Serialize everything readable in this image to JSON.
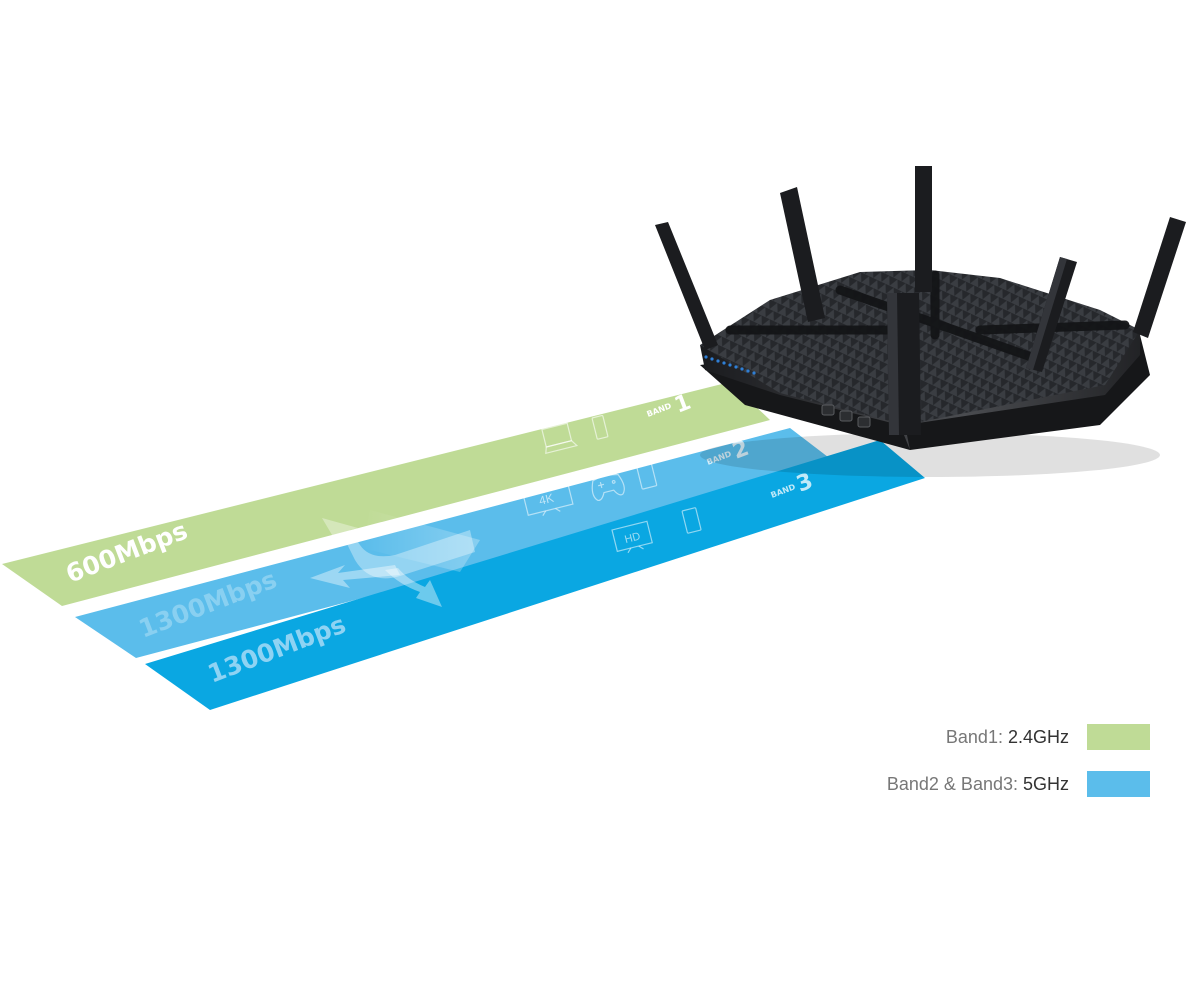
{
  "bands": [
    {
      "tag": "BAND",
      "number": "1",
      "speed": "600Mbps",
      "color": "#bfdb96",
      "devices": [
        "laptop-icon",
        "phone-icon"
      ]
    },
    {
      "tag": "BAND",
      "number": "2",
      "speed": "1300Mbps",
      "color": "#5bbdeb",
      "devices": [
        "tv-4k-icon",
        "gamepad-icon",
        "tablet-icon"
      ],
      "tv_label": "4K"
    },
    {
      "tag": "BAND",
      "number": "3",
      "speed": "1300Mbps",
      "color": "#0aa7e2",
      "devices": [
        "tv-hd-icon",
        "tablet-icon"
      ],
      "tv_label": "HD"
    }
  ],
  "legend": [
    {
      "label": "Band1: ",
      "value": "2.4GHz",
      "color": "#bfdb96"
    },
    {
      "label": "Band2 & Band3: ",
      "value": "5GHz",
      "color": "#5bbdeb"
    }
  ],
  "router": {
    "name": "router-image",
    "body_color": "#1e1f22",
    "led_color": "#2f7fd6"
  }
}
